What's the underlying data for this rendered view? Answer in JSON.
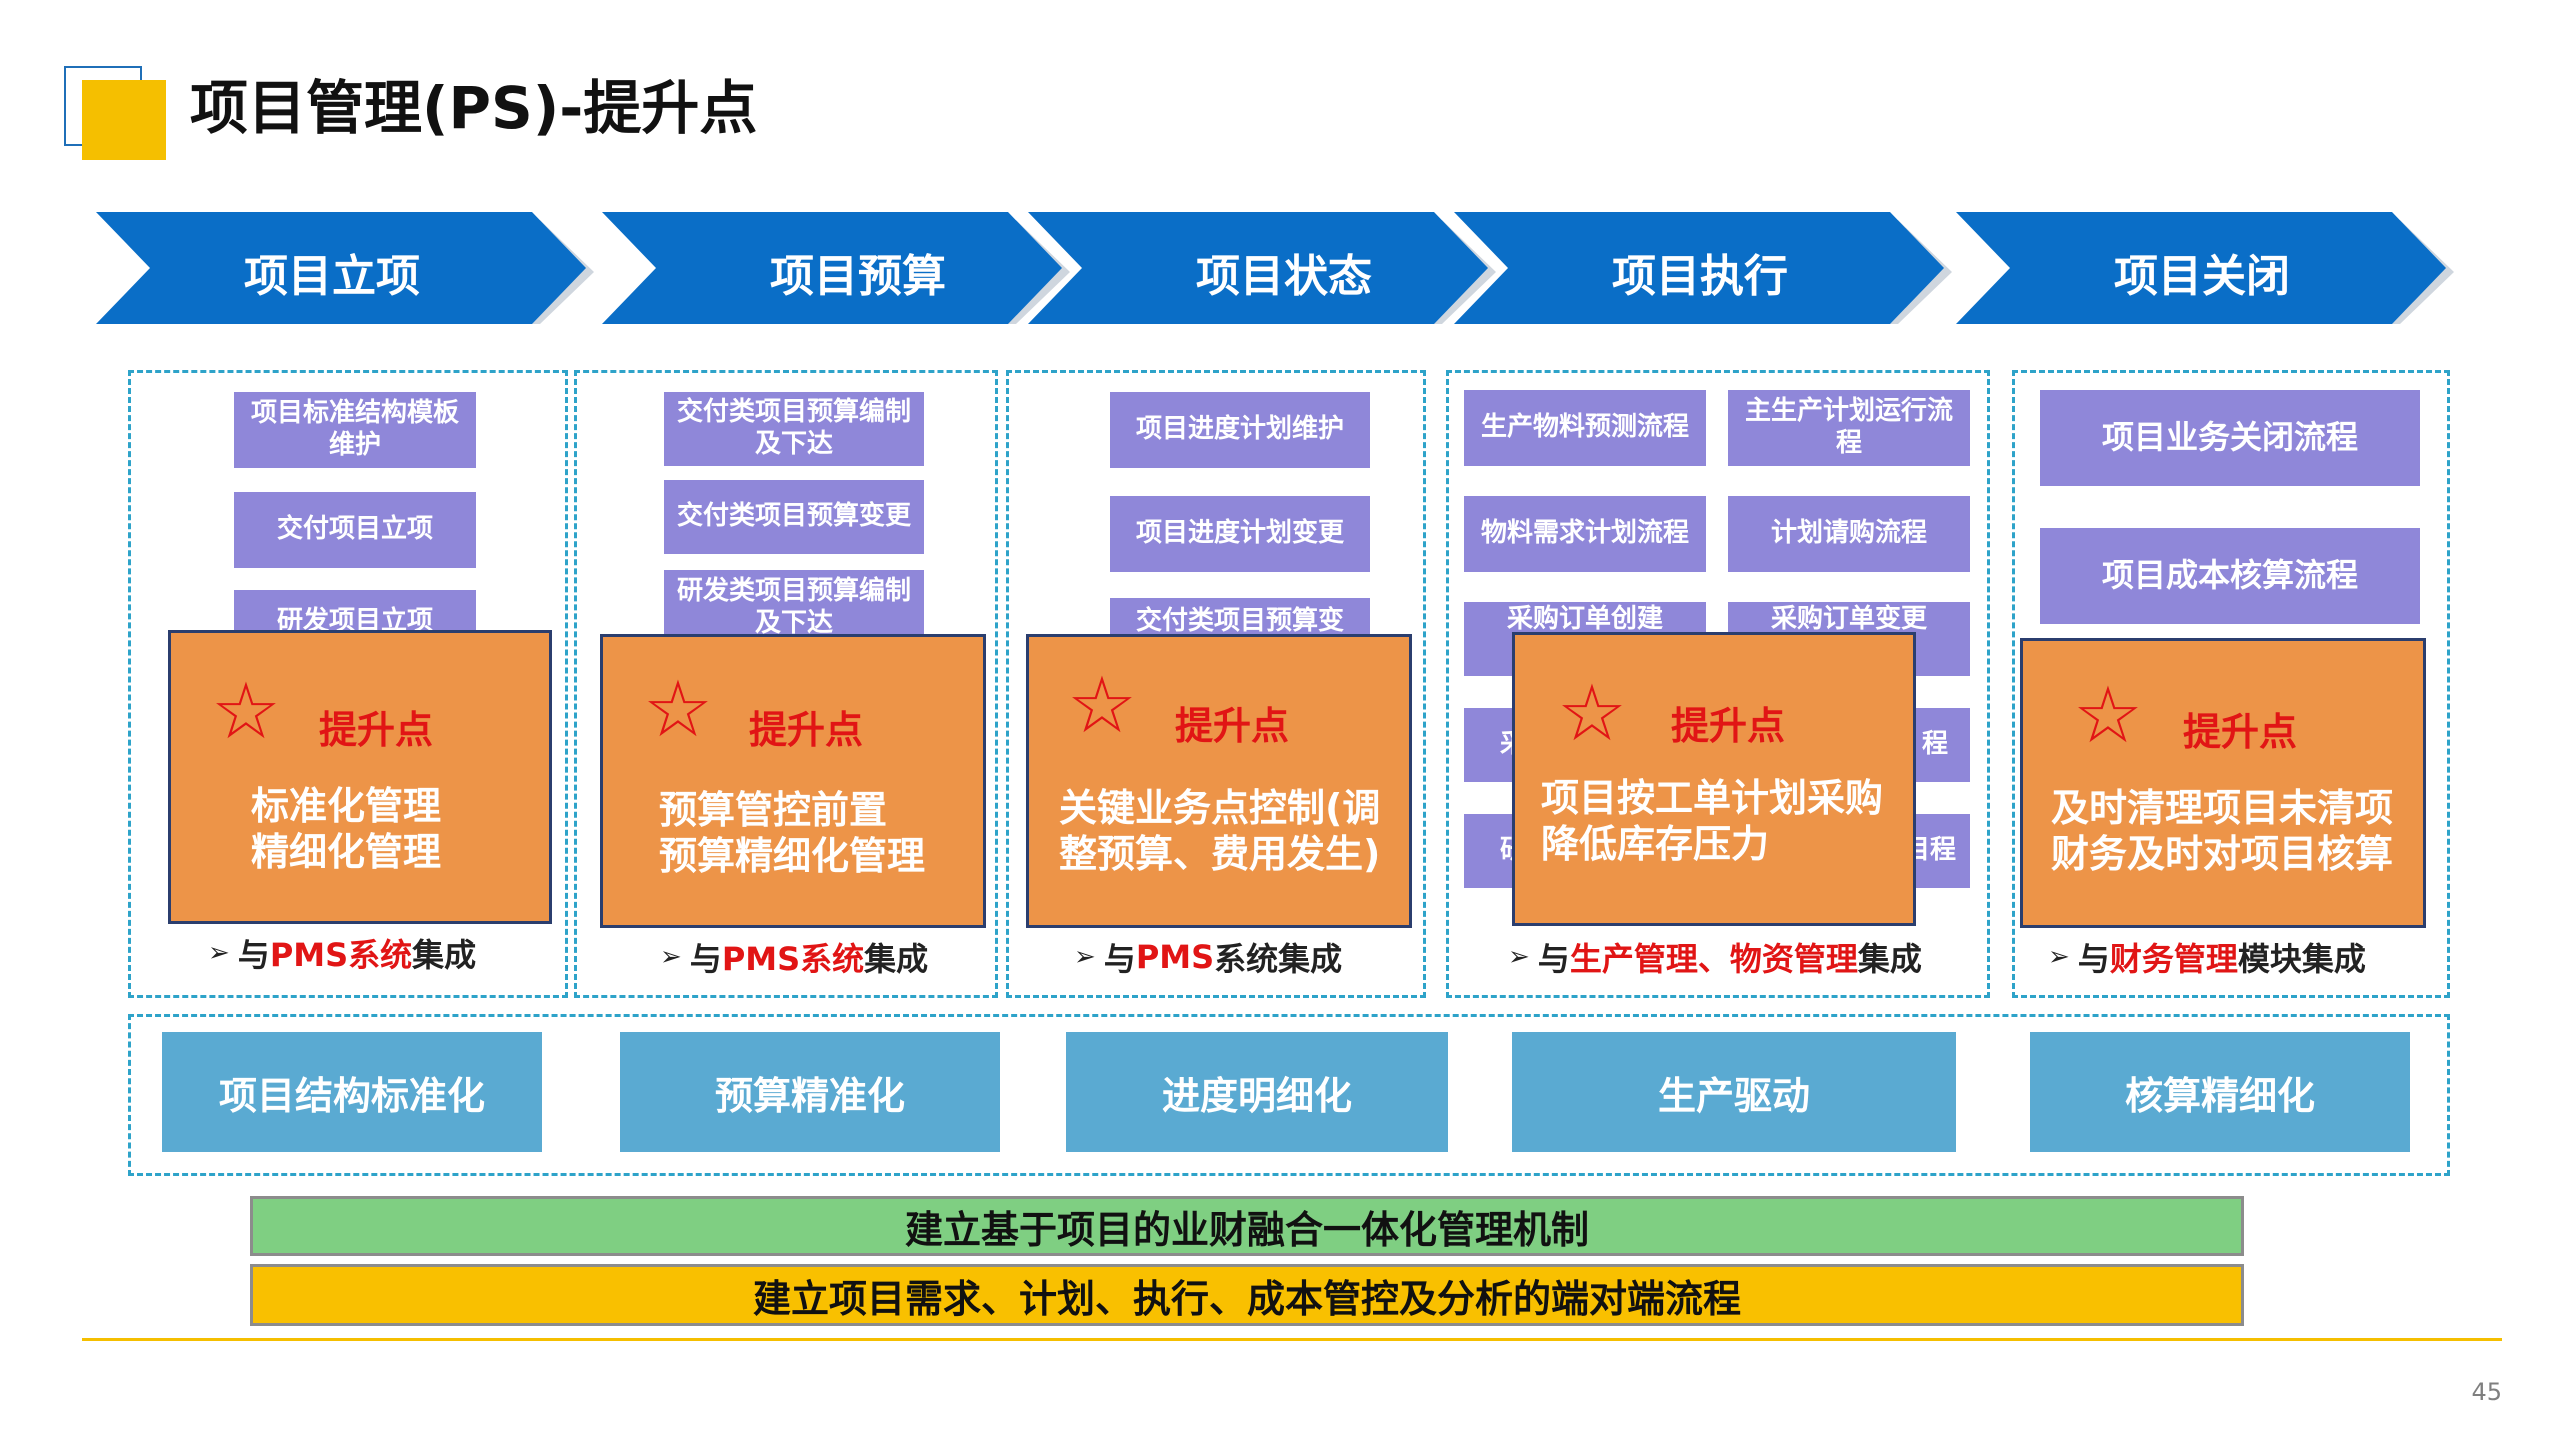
{
  "title": "项目管理(PS)-提升点",
  "stages": [
    "项目立项",
    "项目预算",
    "项目状态",
    "项目执行",
    "项目关闭"
  ],
  "highlight_tag": "提升点",
  "columns": [
    {
      "process_items": [
        "项目标准结构模板维护",
        "交付项目立项",
        "研发项目立项"
      ],
      "highlight_lines": [
        "标准化管理",
        "精细化管理"
      ],
      "note": {
        "prefix": "与",
        "highlight": "PMS系统",
        "suffix": "集成"
      },
      "summary": "项目结构标准化"
    },
    {
      "process_items": [
        "交付类项目预算编制及下达",
        "交付类项目预算变更",
        "研发类项目预算编制及下达"
      ],
      "highlight_lines": [
        "预算管控前置",
        "预算精细化管理"
      ],
      "note": {
        "prefix": "与",
        "highlight": "PMS系统",
        "suffix": "集成"
      },
      "summary": "预算精准化"
    },
    {
      "process_items": [
        "项目进度计划维护",
        "项目进度计划变更",
        "交付类项目预算变"
      ],
      "highlight_lines": [
        "关键业务点控制(调",
        "整预算、费用发生)"
      ],
      "note": {
        "prefix": "与",
        "highlight": "PMS",
        "suffix": "系统集成"
      },
      "summary": "进度明细化"
    },
    {
      "process_items": [
        "生产物料预测流程",
        "主生产计划运行流程",
        "物料需求计划流程",
        "计划请购流程",
        "采购订单创建",
        "采购订单变更",
        "采",
        "程",
        "研",
        "目程"
      ],
      "highlight_lines": [
        "项目按工单计划采购",
        "降低库存压力"
      ],
      "note": {
        "prefix": "与",
        "highlight": "生产管理、物资管理",
        "suffix": "集成"
      },
      "summary": "生产驱动"
    },
    {
      "process_items": [
        "项目业务关闭流程",
        "项目成本核算流程"
      ],
      "highlight_lines": [
        "及时清理项目未清项",
        "财务及时对项目核算"
      ],
      "note": {
        "prefix": "与",
        "highlight": "财务管理",
        "suffix": "模块集成"
      },
      "summary": "核算精细化"
    }
  ],
  "bars": {
    "green": "建立基于项目的业财融合一体化管理机制",
    "yellow": "建立项目需求、计划、执行、成本管控及分析的端对端流程"
  },
  "page_number": "45",
  "colors": {
    "chevron": "#0a6ec7",
    "process_box": "#8f87d9",
    "highlight_box": "#ed9448",
    "summary_box": "#5aaad2",
    "accent_red": "#e11515",
    "bar_green": "#7fcf82",
    "bar_yellow": "#f9c000"
  }
}
